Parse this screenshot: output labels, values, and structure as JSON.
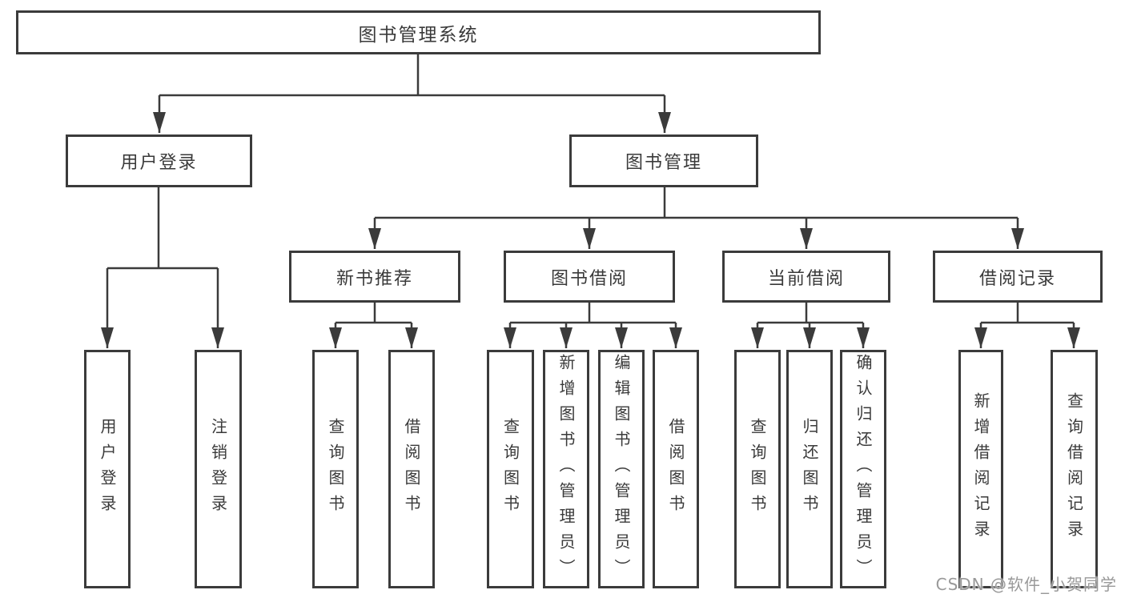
{
  "diagram": {
    "type": "hierarchy",
    "watermark": "CSDN @软件_小贺同学",
    "colors": {
      "line": "#3b3b3b",
      "box_border": "#3b3b3b",
      "text": "#3a3a3a",
      "background": "#ffffff",
      "watermark": "#949494"
    },
    "tree": {
      "root": {
        "label": "图书管理系统"
      },
      "children": [
        {
          "label": "用户登录",
          "children": [
            {
              "label": "用户登录"
            },
            {
              "label": "注销登录"
            }
          ]
        },
        {
          "label": "图书管理",
          "children": [
            {
              "label": "新书推荐",
              "children": [
                {
                  "label": "查询图书"
                },
                {
                  "label": "借阅图书"
                }
              ]
            },
            {
              "label": "图书借阅",
              "children": [
                {
                  "label": "查询图书"
                },
                {
                  "label": "新增图书（管理员）"
                },
                {
                  "label": "编辑图书（管理员）"
                },
                {
                  "label": "借阅图书"
                }
              ]
            },
            {
              "label": "当前借阅",
              "children": [
                {
                  "label": "查询图书"
                },
                {
                  "label": "归还图书"
                },
                {
                  "label": "确认归还（管理员）"
                }
              ]
            },
            {
              "label": "借阅记录",
              "children": [
                {
                  "label": "新增借阅记录"
                },
                {
                  "label": "查询借阅记录"
                }
              ]
            }
          ]
        }
      ]
    }
  }
}
